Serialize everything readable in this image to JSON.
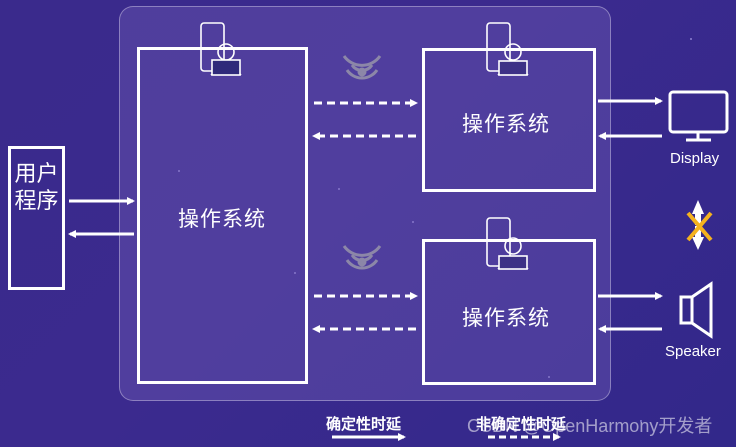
{
  "diagram": {
    "main_system_label": "操作系统",
    "top_system_label": "操作系统",
    "bottom_system_label": "操作系统",
    "user_program_label": "用户\n程序",
    "display_label": "Display",
    "speaker_label": "Speaker",
    "legend": {
      "deterministic_label": "确定性时延",
      "nondeterministic_label": "非确定性时延"
    },
    "watermark": "CSDN @OpenHarmony开发者"
  },
  "icons": [
    "device-user-icon",
    "wireless-signal-icon",
    "monitor-icon",
    "speaker-icon",
    "blocked-transfer-icon"
  ],
  "colors": {
    "background": "#3a2a8c",
    "foreground": "#ffffff",
    "block_accent": "#f5b21e"
  }
}
